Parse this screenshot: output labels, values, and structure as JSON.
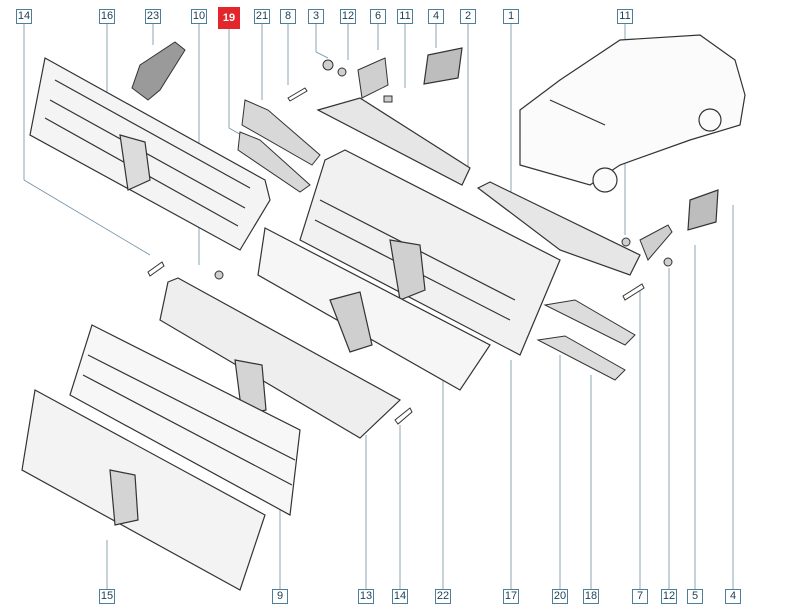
{
  "diagram": {
    "highlighted_part": "19",
    "colors": {
      "callout_border": "#4d7f99",
      "callout_text": "#1d3f52",
      "highlight": "#e3262b",
      "leader_line": "#6f8fa3",
      "part_stroke": "#333333",
      "part_fill": "#f4f4f4"
    },
    "callouts_top": [
      "14",
      "16",
      "23",
      "10",
      "19",
      "21",
      "8",
      "3",
      "12",
      "6",
      "11",
      "4",
      "2",
      "1",
      "11"
    ],
    "callouts_bottom": [
      "15",
      "9",
      "13",
      "14",
      "22",
      "17",
      "20",
      "18",
      "7",
      "12",
      "5",
      "4"
    ]
  }
}
